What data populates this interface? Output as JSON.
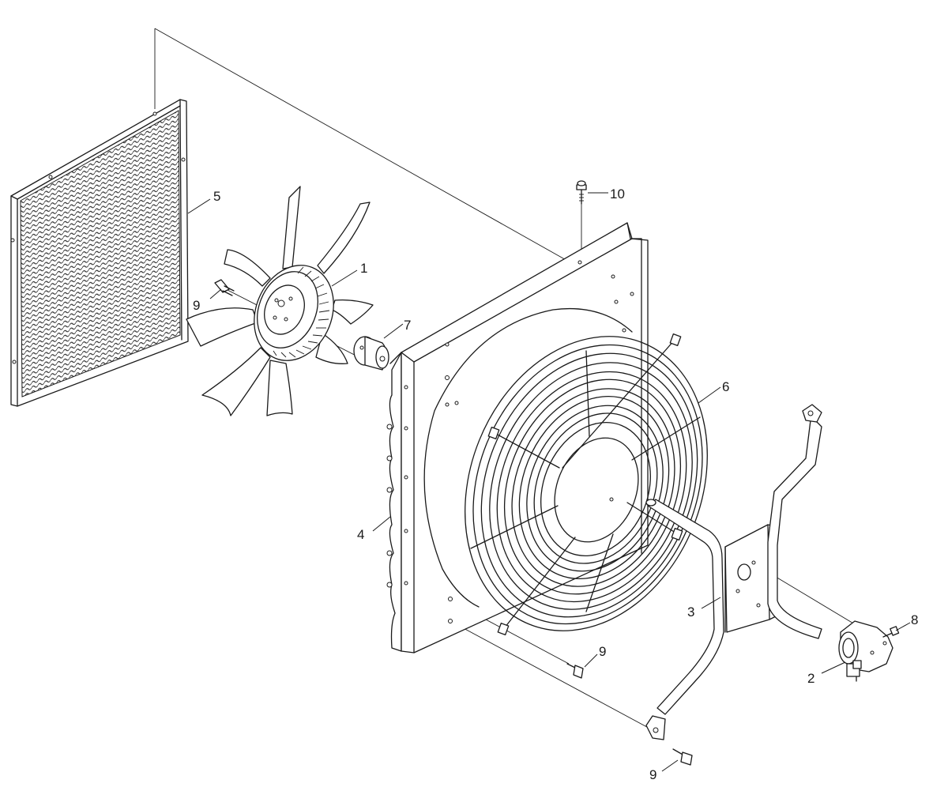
{
  "callouts": [
    {
      "id": "c1",
      "text": "1"
    },
    {
      "id": "c2",
      "text": "2"
    },
    {
      "id": "c3",
      "text": "3"
    },
    {
      "id": "c4",
      "text": "4"
    },
    {
      "id": "c5",
      "text": "5"
    },
    {
      "id": "c6",
      "text": "6"
    },
    {
      "id": "c7",
      "text": "7"
    },
    {
      "id": "c8",
      "text": "8"
    },
    {
      "id": "c9a",
      "text": "9"
    },
    {
      "id": "c9b",
      "text": "9"
    },
    {
      "id": "c9c",
      "text": "9"
    },
    {
      "id": "c10",
      "text": "10"
    }
  ]
}
